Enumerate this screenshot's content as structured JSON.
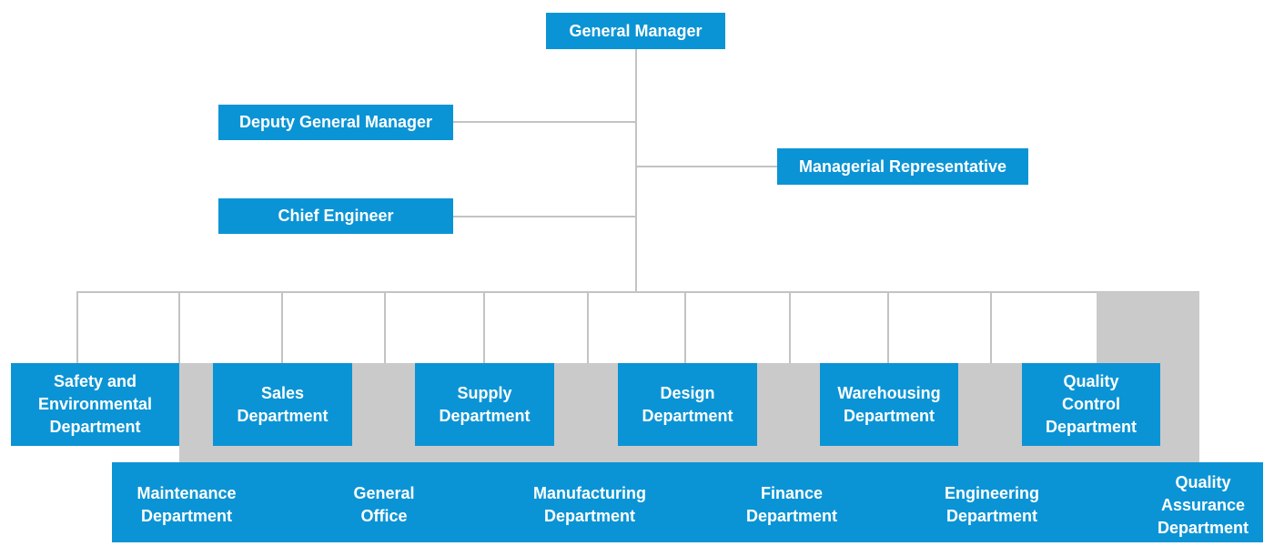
{
  "colors": {
    "node_blue": "#0b94d5",
    "background_gray": "#cacaca",
    "connector_gray": "#c3c3c3",
    "text_white": "#ffffff"
  },
  "executives": {
    "general_manager": "General Manager",
    "deputy_general_manager": "Deputy General Manager",
    "managerial_representative": "Managerial Representative",
    "chief_engineer": "Chief Engineer"
  },
  "upper_departments": [
    {
      "id": "safety-environmental",
      "label": "Safety and\nEnvironmental\nDepartment"
    },
    {
      "id": "sales",
      "label": "Sales\nDepartment"
    },
    {
      "id": "supply",
      "label": "Supply\nDepartment"
    },
    {
      "id": "design",
      "label": "Design\nDepartment"
    },
    {
      "id": "warehousing",
      "label": "Warehousing\nDepartment"
    },
    {
      "id": "quality-control",
      "label": "Quality\nControl\nDepartment"
    }
  ],
  "lower_departments": [
    {
      "id": "maintenance",
      "label": "Maintenance\nDepartment"
    },
    {
      "id": "general-office",
      "label": "General\nOffice"
    },
    {
      "id": "manufacturing",
      "label": "Manufacturing\nDepartment"
    },
    {
      "id": "finance",
      "label": "Finance\nDepartment"
    },
    {
      "id": "engineering",
      "label": "Engineering\nDepartment"
    },
    {
      "id": "quality-assurance",
      "label": "Quality\nAssurance\nDepartment"
    }
  ]
}
